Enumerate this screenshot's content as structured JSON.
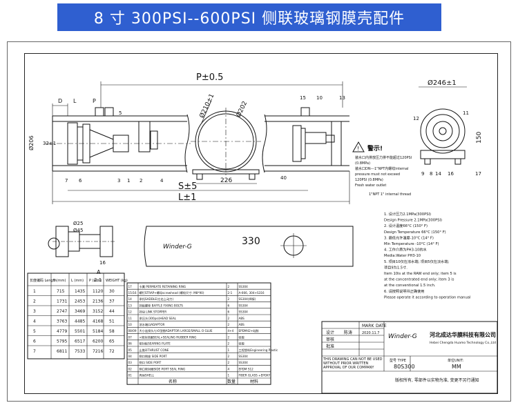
{
  "banner": {
    "title": "8 寸 300PSI--600PSI  侧联玻璃钢膜壳配件",
    "bg": "#2f5fd0"
  },
  "dims": {
    "p": "P±0.5",
    "s": "S±5",
    "l": "L±1",
    "dia210": "Ø210±1",
    "dia202": "Ø202",
    "dia246": "Ø246±1",
    "dim226": "226",
    "dim40": "40",
    "dim206": "Ø206",
    "dim32": "32±1",
    "dim150": "150",
    "d_label": "D",
    "l_label": "L",
    "p_label": "P",
    "dia25": "Ø25",
    "dia45": "Ø45",
    "dim16": "16",
    "section_a": "A",
    "scale": "2:1"
  },
  "callouts": {
    "n7": "7",
    "n6": "6",
    "n3": "3",
    "n1": "1",
    "n2": "2",
    "n4": "4",
    "n5": "5",
    "n8": "8",
    "n15": "15",
    "n10": "10",
    "n13": "13",
    "n12": "12",
    "n11": "11",
    "n9": "9",
    "n14": "14",
    "n16": "16",
    "n17": "17"
  },
  "warning": {
    "title": "警示!",
    "line1": "装水口内排放压力排不能超过120PSI",
    "line2": "(0.8MPa)",
    "line3": "装水口DN---1\"NPT内螺纹internal",
    "line4": "pressure must not exceed",
    "line5": "120PSI (0.8MPa)",
    "line6": "Fresh water outlet",
    "line7": "1\"NPT 1\" internal thread"
  },
  "fitting": {
    "brand": "Winder-G",
    "label": "330"
  },
  "specs": [
    "1. 设计压力2.1MPa(300PSI)",
    "   Design Pressure 2.1MPa(300PSI)",
    "2. 设计温度66°C (150° F)",
    "   Design Temperature 66°C (150° F)",
    "3. 最低允许温度-10°C (14° F)",
    "   Min Temperature -10°C (14° F)",
    "4. 工作介质为PH3-10的水",
    "   Media:Water PH3-10",
    "5. 项目10仅在浓水端; 项目5仅在淡水端;",
    "   项目9为1.5寸.",
    "   Item 10is at the RAW end only; item 5 is",
    "   at the concentrated end only; item 3 is",
    "   at the conventional 1.5 inch.",
    "6. 请按照说明书正确使用",
    "   Please operate it according to operation manual"
  ],
  "dim_table": {
    "headers": [
      "长度编码 Length",
      "S (mm)",
      "L (mm)",
      "P (mm)",
      "WEIGHT (kg)"
    ],
    "rows": [
      [
        "1",
        "715",
        "1435",
        "1120",
        "30"
      ],
      [
        "2",
        "1731",
        "2453",
        "2136",
        "37"
      ],
      [
        "3",
        "2747",
        "3469",
        "3152",
        "44"
      ],
      [
        "4",
        "3763",
        "4485",
        "4168",
        "51"
      ],
      [
        "5",
        "4779",
        "5501",
        "5184",
        "58"
      ],
      [
        "6",
        "5795",
        "6517",
        "6200",
        "65"
      ],
      [
        "7",
        "6811",
        "7533",
        "7216",
        "72"
      ]
    ]
  },
  "parts": {
    "rows": [
      [
        "17",
        "卡簧 PERMEATE RETAINING RING",
        "2",
        "SS304"
      ],
      [
        "15/16",
        "螺钉STRAP+螺母screwhead (螺栓尺寸: M8*90)",
        "2-1",
        "A-666, 304+S316"
      ],
      [
        "14",
        "承托SADDLE(左右上动力)",
        "2",
        "SS304(焊接)"
      ],
      [
        "13",
        "挡板螺栓 BAFFLE FIXING BOLTS",
        "6",
        "SS304"
      ],
      [
        "12",
        "挡块 LINK STOPPER",
        "6",
        "SS304"
      ],
      [
        "11",
        "承压头(300psi)HEAD SEAL",
        "2",
        "ABS"
      ],
      [
        "10",
        "浓水端口ADAPTOR",
        "2",
        "ABS"
      ],
      [
        "08/09",
        "大小连接头/小O型圈ADAPTOR LARGE/SMALL O GLUE",
        "4+4",
        "EPDM42+硅胶"
      ],
      [
        "07",
        "×密封挡圈SEAL×SEALING RUBBER RING",
        "2",
        "硅胶"
      ],
      [
        "06",
        "密封板SEARING PLATE",
        "2",
        "硅胶"
      ],
      [
        "05",
        "止推环THRUST CONE",
        "1",
        "工程塑料Engineering Plastic"
      ],
      [
        "04",
        "侧口侧座 SIDE PORT",
        "2",
        "SS304"
      ],
      [
        "03",
        "侧口 SIDE PORT",
        "2",
        "SS304"
      ],
      [
        "02",
        "侧口密封圈SIDE PORT SEAL RING",
        "4",
        "EPDM S12"
      ],
      [
        "01",
        "壳体SHELL",
        "1",
        "FIBER GLASS +EPOXY"
      ]
    ],
    "footer": [
      "名称",
      "数量",
      "材料"
    ]
  },
  "title_block": {
    "col_mark": "MARK",
    "col_date": "DATE",
    "designer_label": "设计",
    "designer": "陈涛",
    "date": "2020.11.7",
    "check_label": "审核",
    "approve_label": "批准",
    "brand": "Winder-G",
    "company_cn": "河北成达华膜科技有限公司",
    "company_en": "Hebei Chengda Huamo Technology Co.,Ltd",
    "model_label": "型号 TYPE",
    "model_value": "80S300",
    "unit_label": "单位UNIT:",
    "unit_value": "MM",
    "notice": "THIS DRAWING CAN NOT BE USED WITHOUT PRIOR WRITTEN APPROVAL OF OUR COMPANY",
    "footer_cn": "版权所有, 零部件以实物为准, 变更不另行通知"
  }
}
